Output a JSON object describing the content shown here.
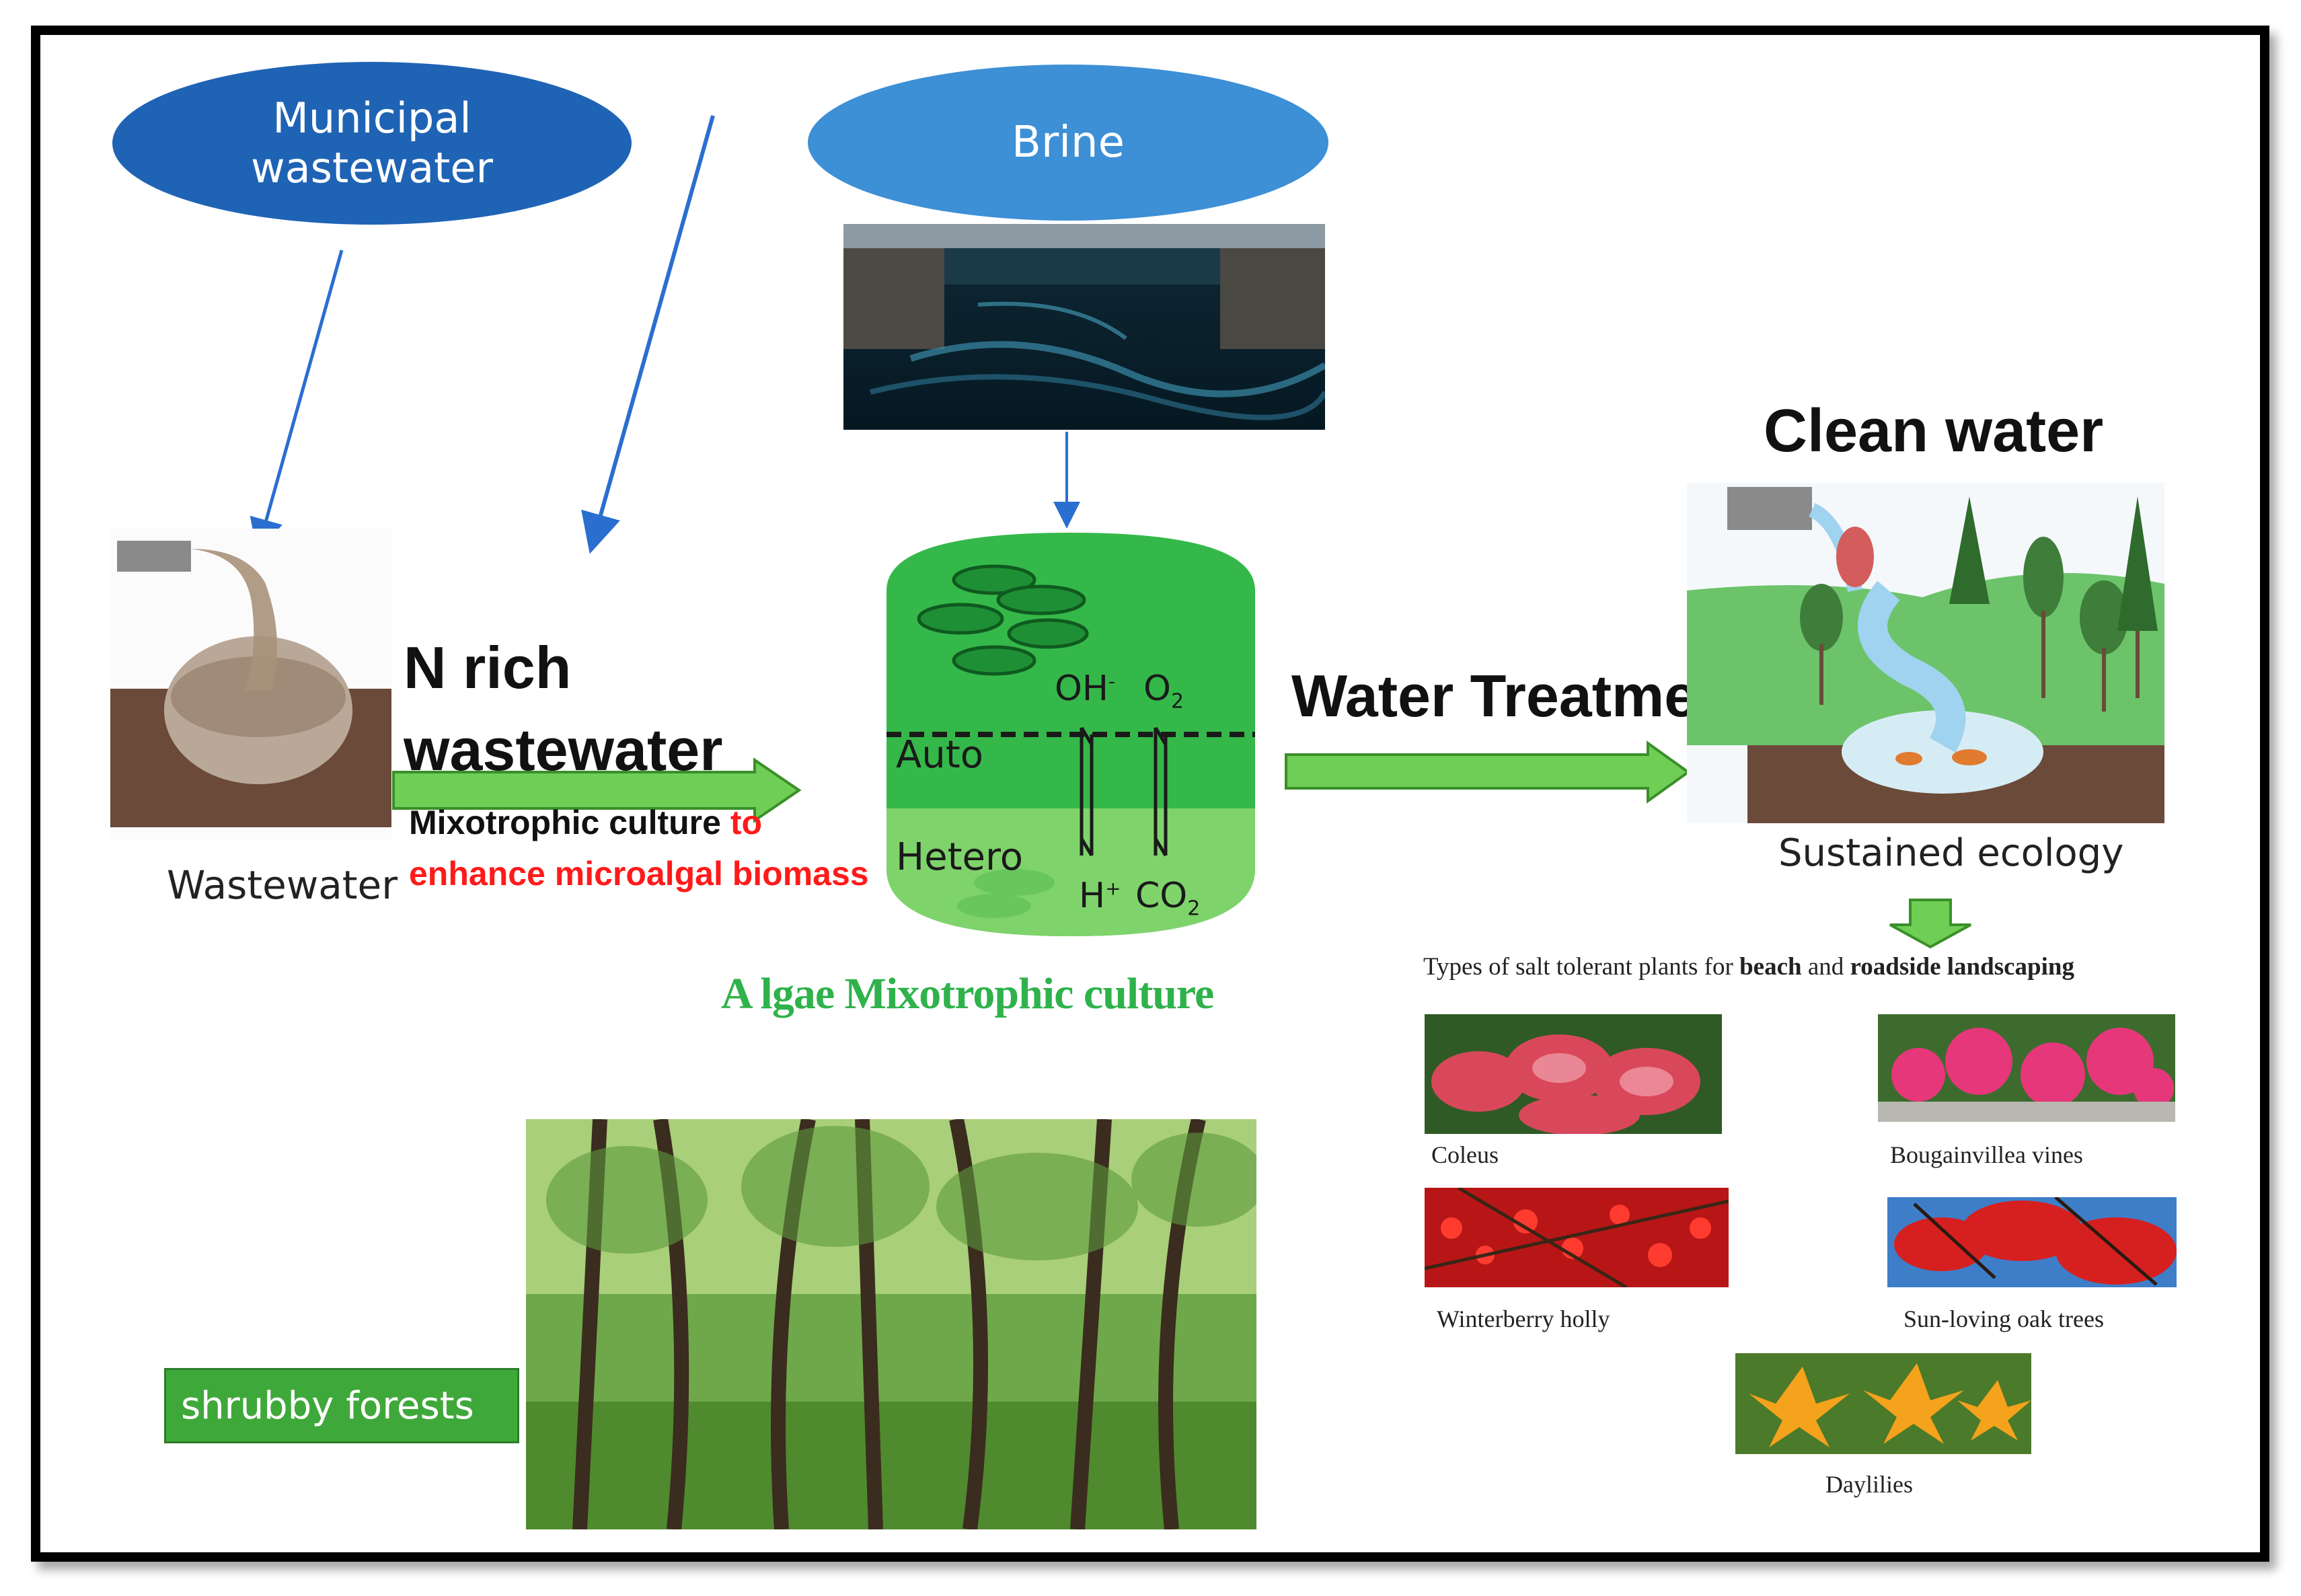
{
  "sources": {
    "municipal": "Municipal wastewater",
    "brine": "Brine"
  },
  "wastewater_label": "Wastewater",
  "n_rich": {
    "line1": "N rich",
    "line2": "wastewater",
    "mixo_black": "Mixotrophic culture",
    "mixo_red_1": "to",
    "mixo_red_2": "enhance microalgal biomass"
  },
  "algae": {
    "auto": "Auto",
    "hetero": "Hetero",
    "oh": "OH",
    "oh_sup": "-",
    "o2": "O",
    "o2_sub": "2",
    "h": "H",
    "h_sup": "+",
    "co2": "CO",
    "co2_sub": "2",
    "title": "A lgae Mixotrophic culture"
  },
  "water_treatment": "Water Treatment",
  "clean_water": "Clean water",
  "sustained_ecology": "Sustained ecology",
  "plants": {
    "heading_plain": "Types of salt tolerant plants for",
    "heading_bold_1": "beach",
    "heading_and": "and",
    "heading_bold_2": "roadside landscaping",
    "items": [
      "Coleus",
      "Bougainvillea vines",
      "Winterberry holly",
      "Sun-loving oak trees",
      "Daylilies"
    ]
  },
  "forest_label": "shrubby forests",
  "colors": {
    "ellipse_dark": "#1f63b5",
    "ellipse_light": "#3d8fd6",
    "arrow_green": "#5cc44a",
    "algae_green": "#2fb24b",
    "label_red": "#ff1a1a"
  }
}
